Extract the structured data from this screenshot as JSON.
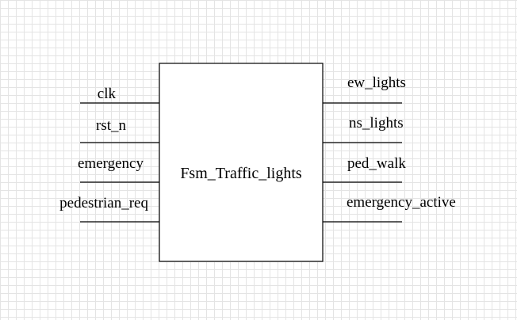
{
  "block": {
    "title": "Fsm_Traffic_lights",
    "border_color": "#000000",
    "fill_color": "#ffffff"
  },
  "inputs": [
    "clk",
    "rst_n",
    "emergency",
    "pedestrian_req"
  ],
  "outputs": [
    "ew_lights",
    "ns_lights",
    "ped_walk",
    "emergency_active"
  ],
  "colors": {
    "grid": "#e4e4e4",
    "line": "#000000",
    "text": "#000000",
    "background": "#ffffff"
  }
}
